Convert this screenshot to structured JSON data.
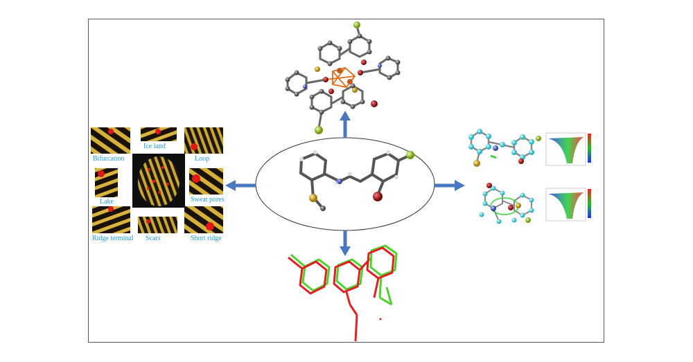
{
  "fingerprint_panel": {
    "labels": {
      "bifurcation": "Bifurcation",
      "ice_land": "Ice land",
      "loop": "Loop",
      "lake": "Lake",
      "sweat_pores": "Sweat pores",
      "ridge_terminal": "Ridge terminal",
      "scars": "Scars",
      "short_ridge": "Short ridge"
    }
  },
  "central_molecule": {
    "atom_labels": {
      "nitrogen": "N"
    }
  },
  "colors": {
    "arrow": "#4a78c0",
    "carbon": "#6e6e6e",
    "nitrogen": "#5b6fd1",
    "oxygen": "#b02020",
    "sulfur": "#e0b020",
    "fluorine": "#a8d42a",
    "ridge_gold": "#d6b13a",
    "overlay_red": "#e02020",
    "overlay_green": "#4fd02a",
    "label_blue": "#1f9ad6"
  },
  "icons": [
    "arrow-up-icon",
    "arrow-down-icon",
    "arrow-left-icon",
    "arrow-right-icon"
  ]
}
